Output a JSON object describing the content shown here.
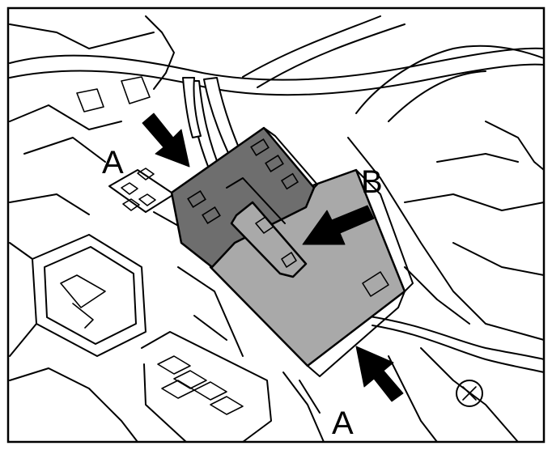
{
  "figure": {
    "callouts": [
      {
        "id": "a-top",
        "label": "A"
      },
      {
        "id": "b",
        "label": "B"
      },
      {
        "id": "a-bottom",
        "label": "A"
      }
    ]
  },
  "colors": {
    "line": "#000000",
    "background": "#ffffff",
    "connector_dark": "#6e6e6e",
    "connector_light": "#a9a9a9",
    "arrow": "#000000"
  }
}
